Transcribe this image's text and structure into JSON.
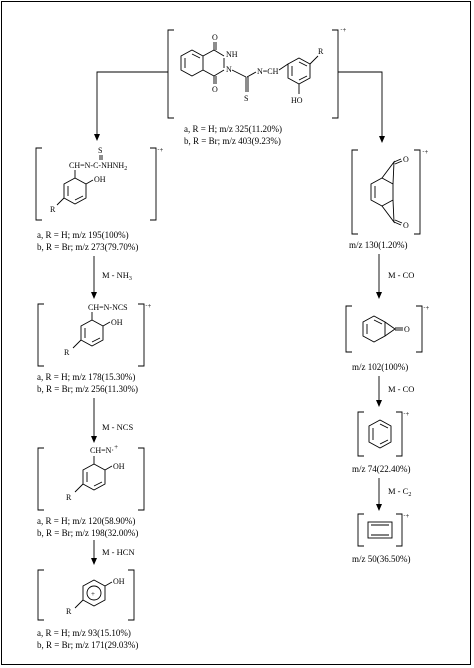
{
  "parent": {
    "atoms": {
      "o1": "O",
      "nh": "NH",
      "n": "N",
      "o2": "O",
      "imine": "N=CH",
      "s": "S",
      "r": "R",
      "ho": "HO",
      "charge": "·+"
    },
    "label_a": "a, R = H; m/z 325(11.20%)",
    "label_b": "b, R = Br; m/z 403(9.23%)"
  },
  "left": [
    {
      "atoms": {
        "chain": "CH=N-C-NHNH",
        "sub2": "2",
        "s": "S",
        "oh": "OH",
        "r": "R",
        "charge": "·+"
      },
      "label_a": "a, R = H; m/z 195(100%)",
      "label_b": "b, R = Br; m/z 273(79.70%)"
    },
    {
      "step": "M - NH",
      "step_sub": "3",
      "atoms": {
        "chain": "CH=N-NCS",
        "oh": "OH",
        "r": "R",
        "charge": "·+"
      },
      "label_a": "a, R = H; m/z 178(15.30%)",
      "label_b": "b, R = Br; m/z 256(11.30%)"
    },
    {
      "step": "M - NCS",
      "atoms": {
        "chain": "CH=N",
        "dot": "·",
        "plus": "+",
        "oh": "OH",
        "r": "R"
      },
      "label_a": "a, R = H; m/z 120(58.90%)",
      "label_b": "b, R = Br; m/z 198(32.00%)"
    },
    {
      "step": "M - HCN",
      "atoms": {
        "oh": "OH",
        "r": "R",
        "ring_plus": "+"
      },
      "label_a": "a, R = H; m/z 93(15.10%)",
      "label_b": "b, R = Br; m/z 171(29.03%)"
    }
  ],
  "right": [
    {
      "atoms": {
        "o1": "O",
        "o2": "O",
        "charge": "·+"
      },
      "label": "m/z 130(1.20%)"
    },
    {
      "step": "M - CO",
      "atoms": {
        "o": "O",
        "charge": "·+"
      },
      "label": "m/z 102(100%)"
    },
    {
      "step": "M - CO",
      "atoms": {
        "charge": "·+"
      },
      "label": "m/z 74(22.40%)"
    },
    {
      "step": "M - C",
      "step_sub": "2",
      "atoms": {
        "charge": "·+"
      },
      "label": "m/z 50(36.50%)"
    }
  ]
}
